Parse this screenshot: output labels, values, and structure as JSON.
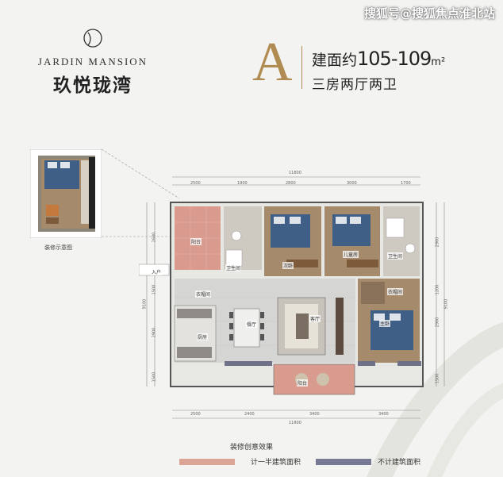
{
  "watermark": "搜狐号@搜狐焦点淮北站",
  "brand": {
    "name_en": "JARDIN MANSION",
    "name_cn": "玖悦珑湾"
  },
  "unit_type": {
    "letter": "A",
    "area_label": "建面约",
    "area_value": "105-109",
    "area_unit": "m²",
    "layout_desc": "三房两厅两卫"
  },
  "inset": {
    "caption": "装修示意图"
  },
  "dims": {
    "top_total": "11800",
    "top": [
      "2500",
      "1900",
      "2800",
      "3000",
      "1700"
    ],
    "bottom_total": "11800",
    "bottom": [
      "2500",
      "2400",
      "3400",
      "3400"
    ],
    "left_total": "9100",
    "left": [
      "2600",
      "1500",
      "2900",
      "1500"
    ],
    "right_total": "9100",
    "right": [
      "2900",
      "1200",
      "2900",
      "1500"
    ]
  },
  "rooms": {
    "kitchen_garden": "阳台",
    "wc1": "卫生间",
    "bed2": "次卧",
    "bed3": "儿童房",
    "wc2": "卫生间",
    "entrance": "入户",
    "dining": "餐厅",
    "living": "客厅",
    "kitchen": "厨房",
    "cloak": "衣帽间",
    "master": "主卧",
    "balcony": "阳台"
  },
  "footer": {
    "title": "装修创意效果",
    "legend": [
      {
        "label": "计一半建筑面积",
        "color": "#dca397"
      },
      {
        "label": "不计建筑面积",
        "color": "#777a92"
      }
    ]
  },
  "colors": {
    "accent": "#b18c52",
    "bedroom_blue": "#3f5f87",
    "tile": "#d99b8e",
    "floor_wood": "#a58a6c"
  }
}
